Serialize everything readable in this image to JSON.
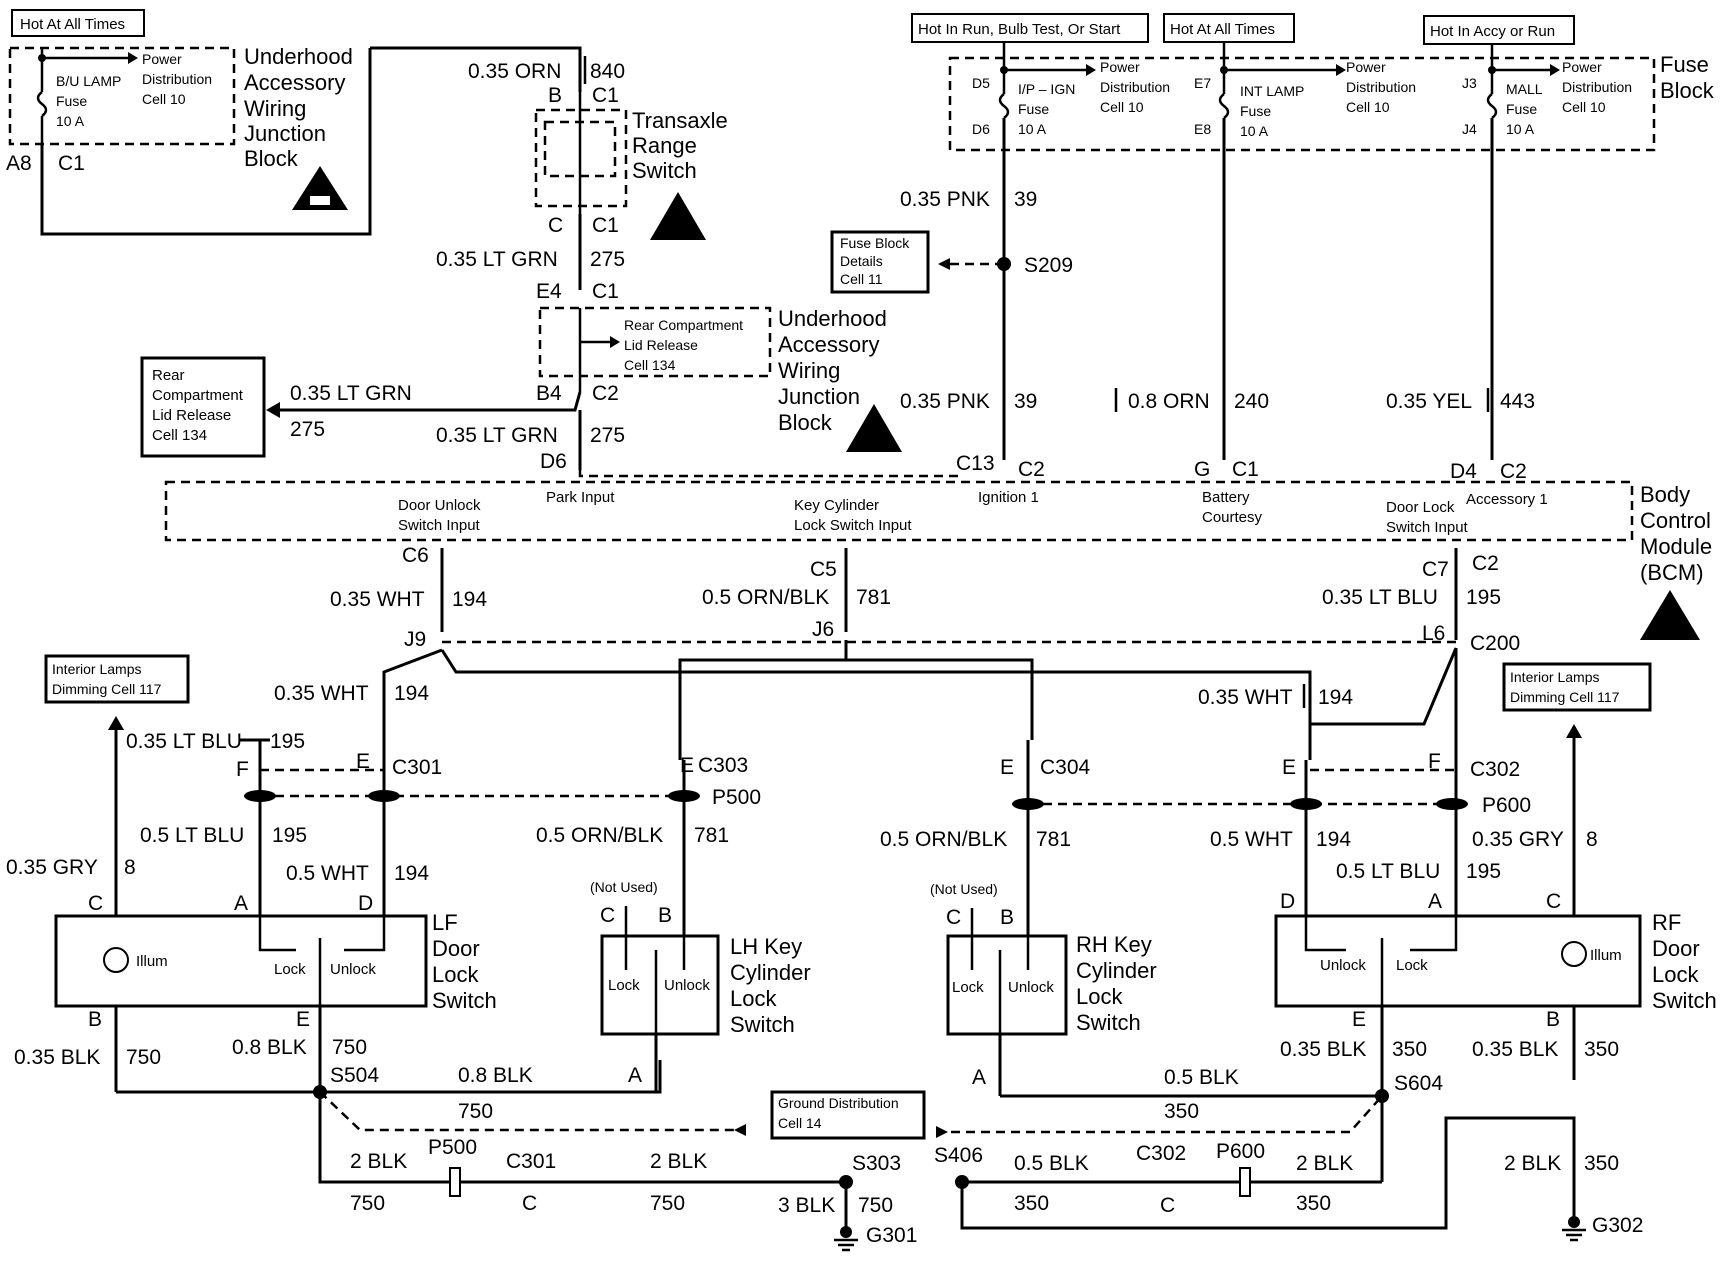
{
  "tags": {
    "hot_all_times_left": "Hot At All Times",
    "hot_run": "Hot In Run, Bulb Test, Or Start",
    "hot_all_times_right": "Hot At All Times",
    "hot_accy": "Hot In Accy or Run"
  },
  "blocks": {
    "uaw_top": [
      "Underhood",
      "Accessory",
      "Wiring",
      "Junction",
      "Block"
    ],
    "uaw_mid": [
      "Underhood",
      "Accessory",
      "Wiring",
      "Junction",
      "Block"
    ],
    "trs": [
      "Transaxle",
      "Range",
      "Switch"
    ],
    "fuse_block": [
      "Fuse",
      "Block"
    ],
    "bcm": [
      "Body",
      "Control",
      "Module",
      "(BCM)"
    ],
    "lf": [
      "LF",
      "Door",
      "Lock",
      "Switch"
    ],
    "lh": [
      "LH Key",
      "Cylinder",
      "Lock",
      "Switch"
    ],
    "rh": [
      "RH Key",
      "Cylinder",
      "Lock",
      "Switch"
    ],
    "rf": [
      "RF",
      "Door",
      "Lock",
      "Switch"
    ]
  },
  "refs": {
    "fuse_details": [
      "Fuse Block",
      "Details",
      "Cell 11"
    ],
    "rear_lid": [
      "Rear",
      "Compartment",
      "Lid Release",
      "Cell 134"
    ],
    "rear_lid_inner": [
      "Rear Compartment",
      "Lid Release",
      "Cell 134"
    ],
    "dim_left": [
      "Interior Lamps",
      "Dimming Cell 117"
    ],
    "dim_right": [
      "Interior Lamps",
      "Dimming Cell 117"
    ],
    "ground": [
      "Ground Distribution",
      "Cell 14"
    ]
  },
  "fuses": {
    "bu": [
      "B/U LAMP",
      "Fuse",
      "10 A"
    ],
    "ign": [
      "I/P – IGN",
      "Fuse",
      "10 A"
    ],
    "int": [
      "INT LAMP",
      "Fuse",
      "10 A"
    ],
    "mall": [
      "MALL",
      "Fuse",
      "10 A"
    ],
    "power_dist": [
      "Power",
      "Distribution",
      "Cell 10"
    ]
  },
  "bcm_inputs": {
    "door_unlock": [
      "Door Unlock",
      "Switch Input"
    ],
    "park": "Park Input",
    "key_cyl": [
      "Key Cylinder",
      "Lock Switch Input"
    ],
    "ign1": "Ignition 1",
    "battery": [
      "Battery",
      "Courtesy"
    ],
    "door_lock": [
      "Door Lock",
      "Switch Input"
    ],
    "acc1": "Accessory 1"
  },
  "switch_labels": {
    "illum": "Illum",
    "lock": "Lock",
    "unlock": "Unlock",
    "not_used": "(Not Used)"
  },
  "wires": {
    "orn_840": "0.35 ORN",
    "c840": "840",
    "ltgrn": "0.35 LT GRN",
    "c275": "275",
    "pnk": "0.35 PNK",
    "c39": "39",
    "orn08": "0.8 ORN",
    "c240": "240",
    "yel": "0.35 YEL",
    "c443": "443",
    "wht035": "0.35 WHT",
    "c194": "194",
    "ornblk05": "0.5 ORN/BLK",
    "c781": "781",
    "ltblu035": "0.35 LT BLU",
    "c195": "195",
    "ltblu05": "0.5 LT BLU",
    "wht05": "0.5 WHT",
    "gry": "0.35 GRY",
    "c8": "8",
    "blk035": "0.35 BLK",
    "c750": "750",
    "blk08": "0.8 BLK",
    "blk05": "0.5 BLK",
    "c350": "350",
    "blk2": "2 BLK",
    "blk3": "3 BLK"
  },
  "pins": {
    "A8": "A8",
    "C1": "C1",
    "C2": "C2",
    "B": "B",
    "C": "C",
    "E4": "E4",
    "B4": "B4",
    "D6": "D6",
    "D5": "D5",
    "E7": "E7",
    "E8": "E8",
    "J3": "J3",
    "J4": "J4",
    "C13": "C13",
    "G": "G",
    "D4": "D4",
    "C6": "C6",
    "C5": "C5",
    "C7": "C7",
    "J9": "J9",
    "J6": "J6",
    "L6": "L6",
    "C200": "C200",
    "F": "F",
    "E": "E",
    "A": "A",
    "D": "D",
    "C301": "C301",
    "C302": "C302",
    "C303": "C303",
    "C304": "C304",
    "P500": "P500",
    "P600": "P600",
    "S209": "S209",
    "S504": "S504",
    "S604": "S604",
    "S303": "S303",
    "S406": "S406",
    "G301": "G301",
    "G302": "G302"
  }
}
